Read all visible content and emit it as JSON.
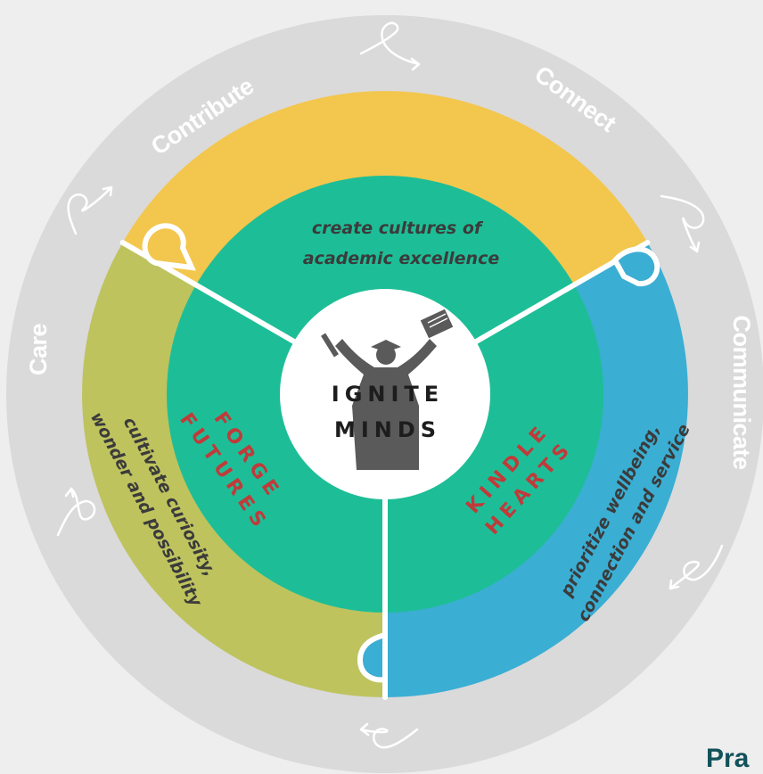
{
  "colors": {
    "background": "#eeeeee",
    "outer_ring": "#dadada",
    "segment_yellow": "#f3c64d",
    "segment_olive": "#bec35e",
    "segment_blue": "#3baed3",
    "inner_green": "#1dbe97",
    "center": "#ffffff",
    "wedge_title": "#c13a3a",
    "brand": "#13525b"
  },
  "outer_ring": {
    "labels": [
      "Contribute",
      "Connect",
      "Communicate",
      "Care"
    ],
    "arrow_icons": [
      "loop-arrow-icon",
      "loop-arrow-icon",
      "loop-arrow-icon",
      "loop-arrow-icon",
      "loop-arrow-icon",
      "loop-arrow-icon"
    ]
  },
  "segments": {
    "top": {
      "lines": [
        "create cultures of",
        "academic excellence"
      ],
      "title_lines": [
        "IGNITE",
        "MINDS"
      ]
    },
    "left": {
      "lines": [
        "cultivate curiosity,",
        "wonder and possibility"
      ],
      "title_lines": [
        "FORGE",
        "FUTURES"
      ]
    },
    "right": {
      "lines": [
        "prioritize wellbeing,",
        "connection and service"
      ],
      "title_lines": [
        "KINDLE",
        "HEARTS"
      ]
    }
  },
  "center": {
    "icon": "graduate-icon"
  },
  "footer": {
    "brand_partial": "Pra"
  }
}
